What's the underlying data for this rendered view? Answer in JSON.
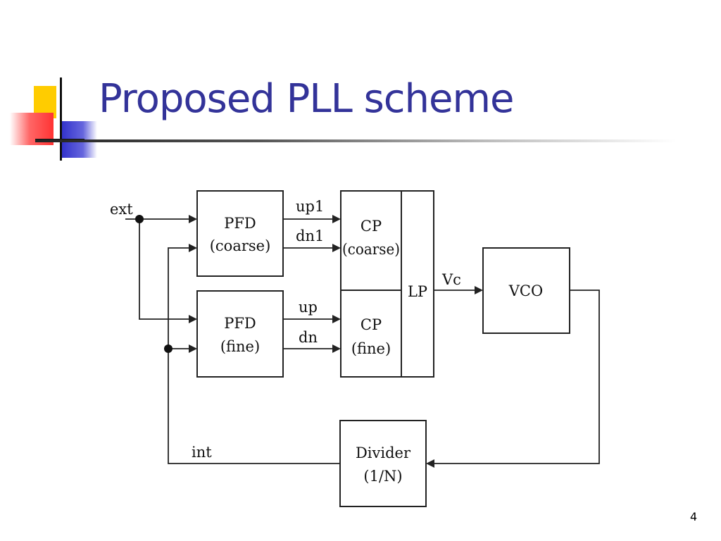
{
  "slide": {
    "title": "Proposed PLL scheme",
    "page_number": "4"
  },
  "diagram": {
    "blocks": {
      "pfd_coarse": {
        "line1": "PFD",
        "line2": "(coarse)"
      },
      "pfd_fine": {
        "line1": "PFD",
        "line2": "(fine)"
      },
      "cp_coarse": {
        "line1": "CP",
        "line2": "(coarse)"
      },
      "cp_fine": {
        "line1": "CP",
        "line2": "(fine)"
      },
      "lp": {
        "label": "LP"
      },
      "vco": {
        "label": "VCO"
      },
      "divider": {
        "line1": "Divider",
        "line2": "(1/N)"
      }
    },
    "signals": {
      "ext": "ext",
      "up1": "up1",
      "dn1": "dn1",
      "up": "up",
      "dn": "dn",
      "vc": "Vc",
      "int": "int"
    }
  }
}
